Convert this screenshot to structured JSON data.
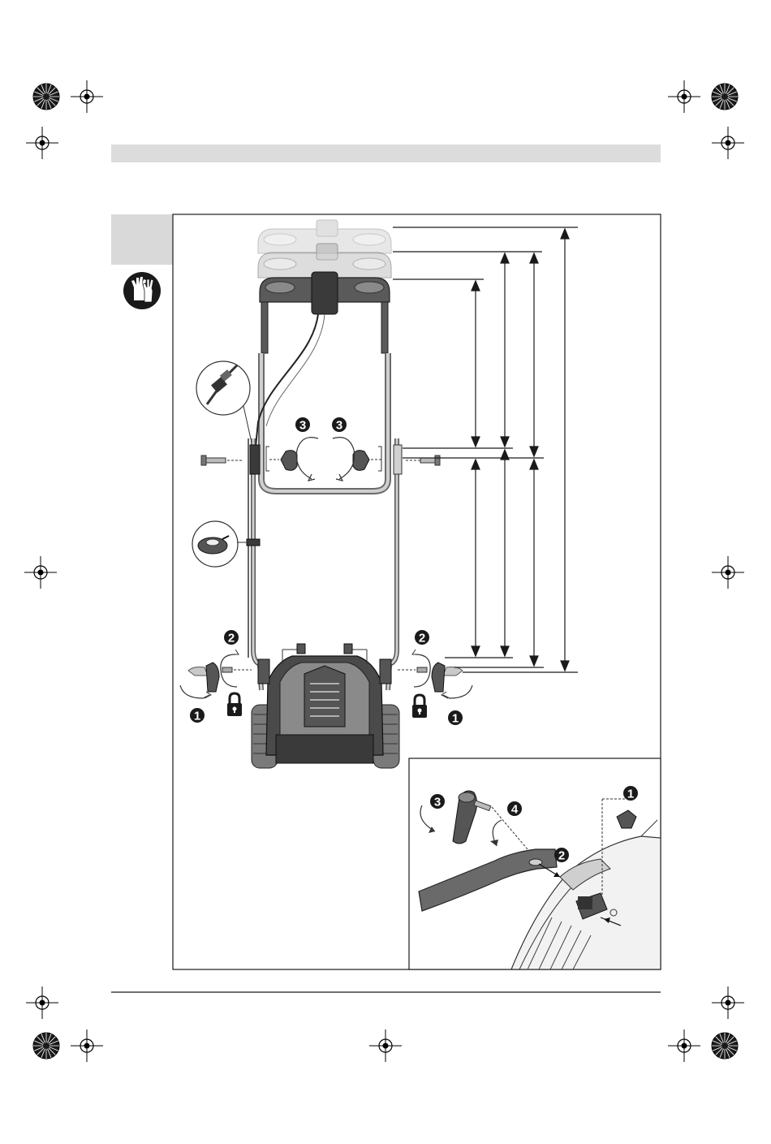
{
  "page": {
    "header_band_color": "#dcdcdc",
    "tab_color": "#d9d9d9",
    "frame_color": "#1a1a1a",
    "accent_dark": "#3a3a3a",
    "accent_mid": "#8a8a8a",
    "accent_light": "#c8c8c8"
  },
  "icons": {
    "safety": "gloves-icon",
    "lock": "padlock-icon",
    "registration": "crosshair-target-icon"
  },
  "steps": {
    "main": {
      "left_knob": "1",
      "left_rotate": "2",
      "right_rotate": "2",
      "right_knob": "1",
      "cable_clip_left": "3",
      "cable_clip_right": "3"
    },
    "detail": {
      "knob": "3",
      "rotate": "4",
      "insert": "2",
      "bolt": "1"
    }
  }
}
